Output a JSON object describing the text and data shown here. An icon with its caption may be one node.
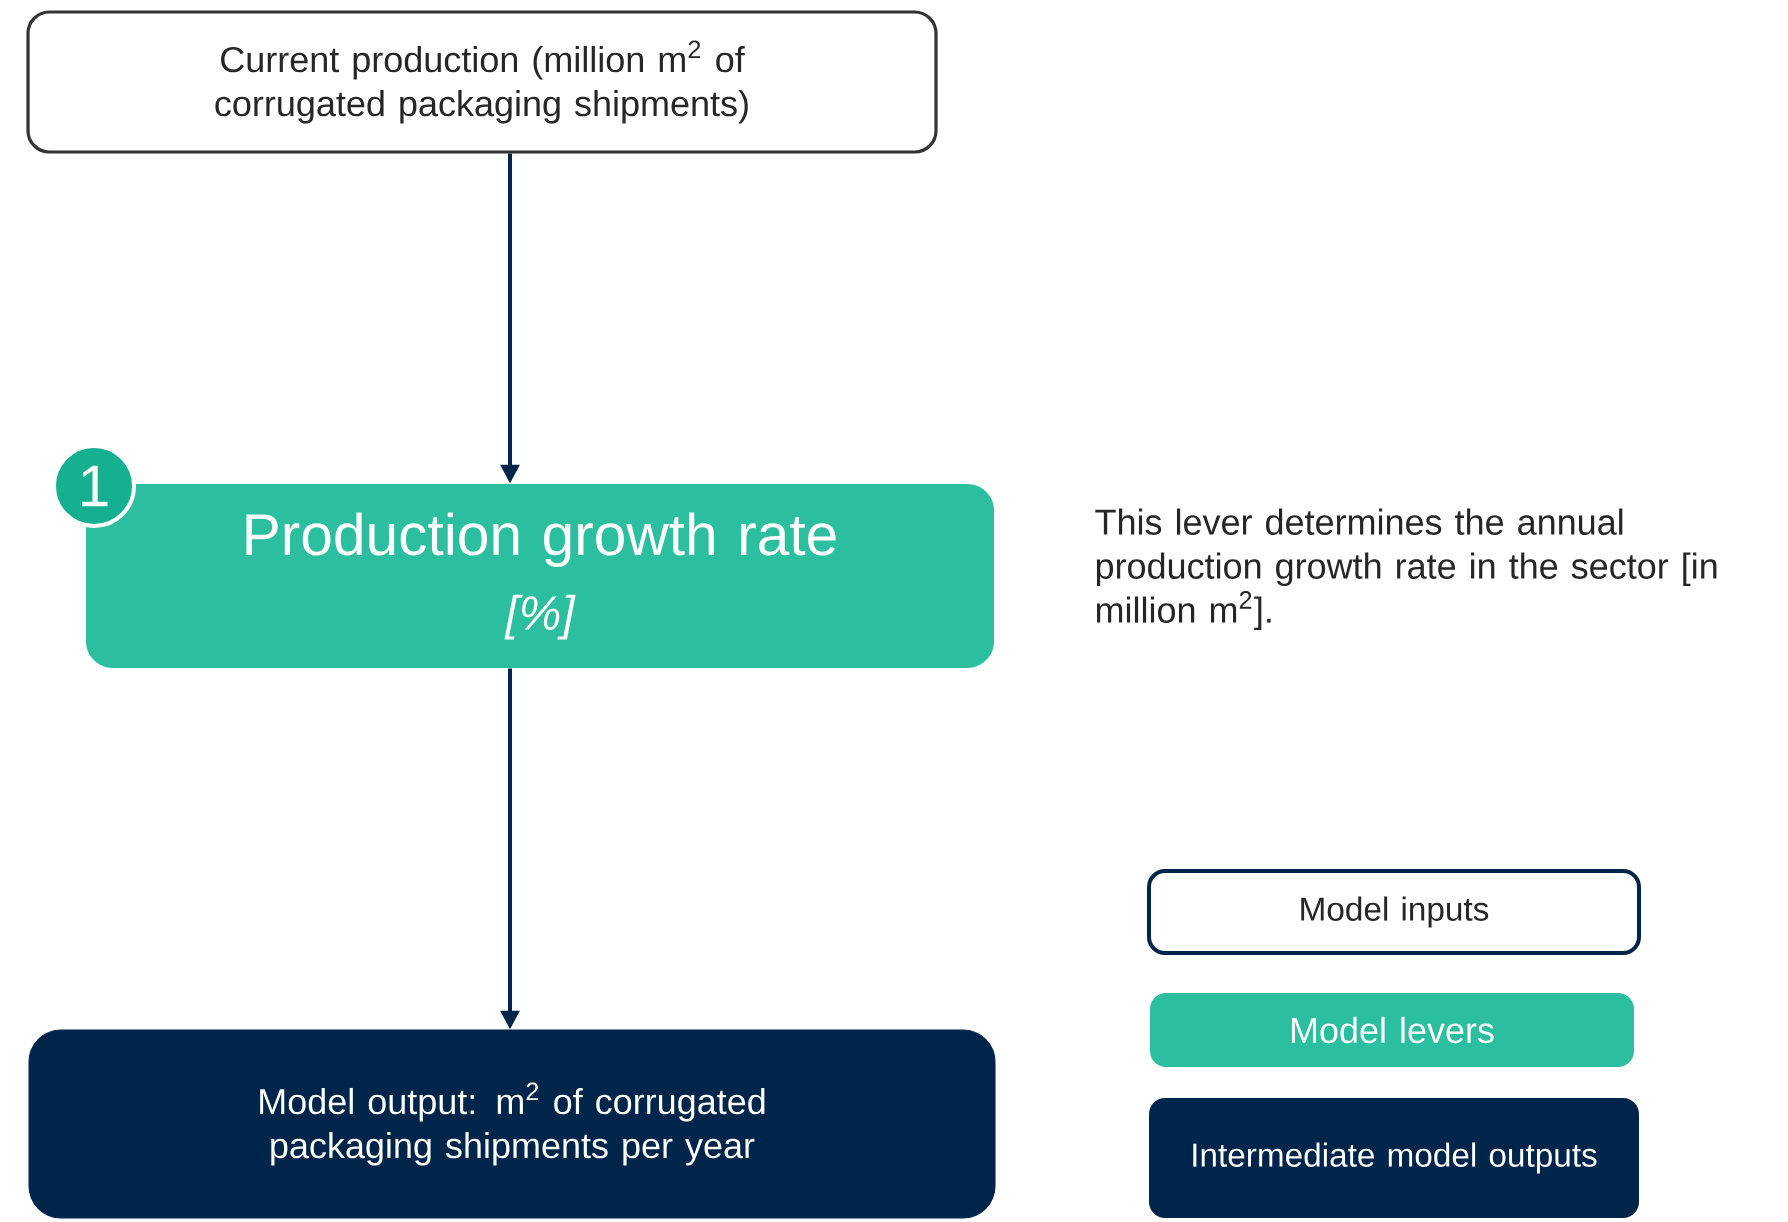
{
  "diagram": {
    "nodes": [
      {
        "text": [
          "Current production (million m$^{2}$ of corrugated packaging shipments)"
        ]
      },
      {
        "text": [
          "1"
        ]
      },
      {
        "text": [
          "Production growth rate",
          "[%]"
        ],
        "beside": [
          "This lever determines the annual production growth rate in the sector [in million m$^{2}$]."
        ]
      },
      {
        "text": [
          "Model output: m$^{2}$ of corrugated packaging shipments per year"
        ]
      }
    ],
    "edges": [
      {
        "from": 0,
        "to": 2,
        "arrow": "to"
      },
      {
        "from": 2,
        "to": 3,
        "arrow": "to"
      }
    ],
    "legend": [
      {
        "text": "Model inputs"
      },
      {
        "text": "Model levers",
        "color": "#2bbfa0"
      },
      {
        "text": "Intermediate model outputs",
        "color": "#00254a"
      }
    ]
  }
}
